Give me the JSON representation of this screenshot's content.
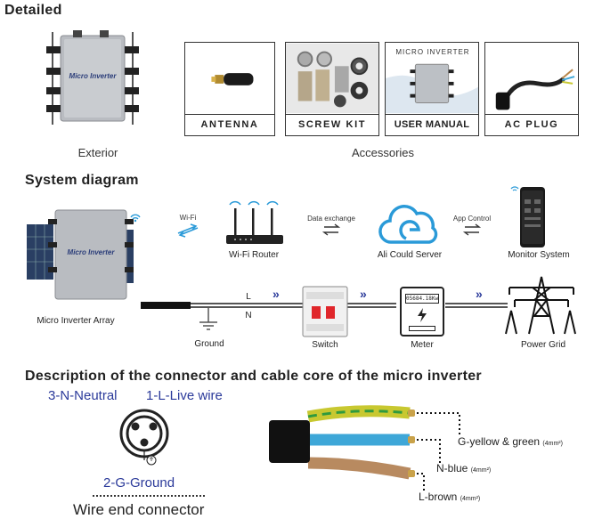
{
  "sections": {
    "detailed": "Detailed",
    "system": "System diagram",
    "description": "Description of the connector and cable core of the micro inverter"
  },
  "detailed": {
    "exterior_caption": "Exterior",
    "accessories_caption": "Accessories",
    "inverter_brand": "Micro Inverter",
    "accessories": [
      {
        "label": "ANTENNA"
      },
      {
        "label": "SCREW KIT"
      },
      {
        "label": "USER MANUAL",
        "box_title": "MICRO INVERTER"
      },
      {
        "label": "AC PLUG"
      }
    ]
  },
  "system": {
    "wifi": "Wi-Fi",
    "data_exchange": "Data exchange",
    "app_control": "App Control",
    "router": "Wi-Fi Router",
    "cloud": "Ali Could Server",
    "monitor": "Monitor System",
    "array": "Micro Inverter Array",
    "line_L": "L",
    "line_N": "N",
    "ground": "Ground",
    "switch": "Switch",
    "meter": "Meter",
    "meter_reading": "05684.18Kw",
    "grid": "Power Grid"
  },
  "connector": {
    "neutral": "3-N-Neutral",
    "live": "1-L-Live wire",
    "ground": "2-G-Ground",
    "caption": "Wire end connector",
    "cores": [
      {
        "name": "G-yellow & green",
        "size": "(4mm²)",
        "color": "#c8c830"
      },
      {
        "name": "N-blue",
        "size": "(4mm²)",
        "color": "#3ea7d8"
      },
      {
        "name": "L-brown",
        "size": "(4mm²)",
        "color": "#b88a60"
      }
    ]
  }
}
